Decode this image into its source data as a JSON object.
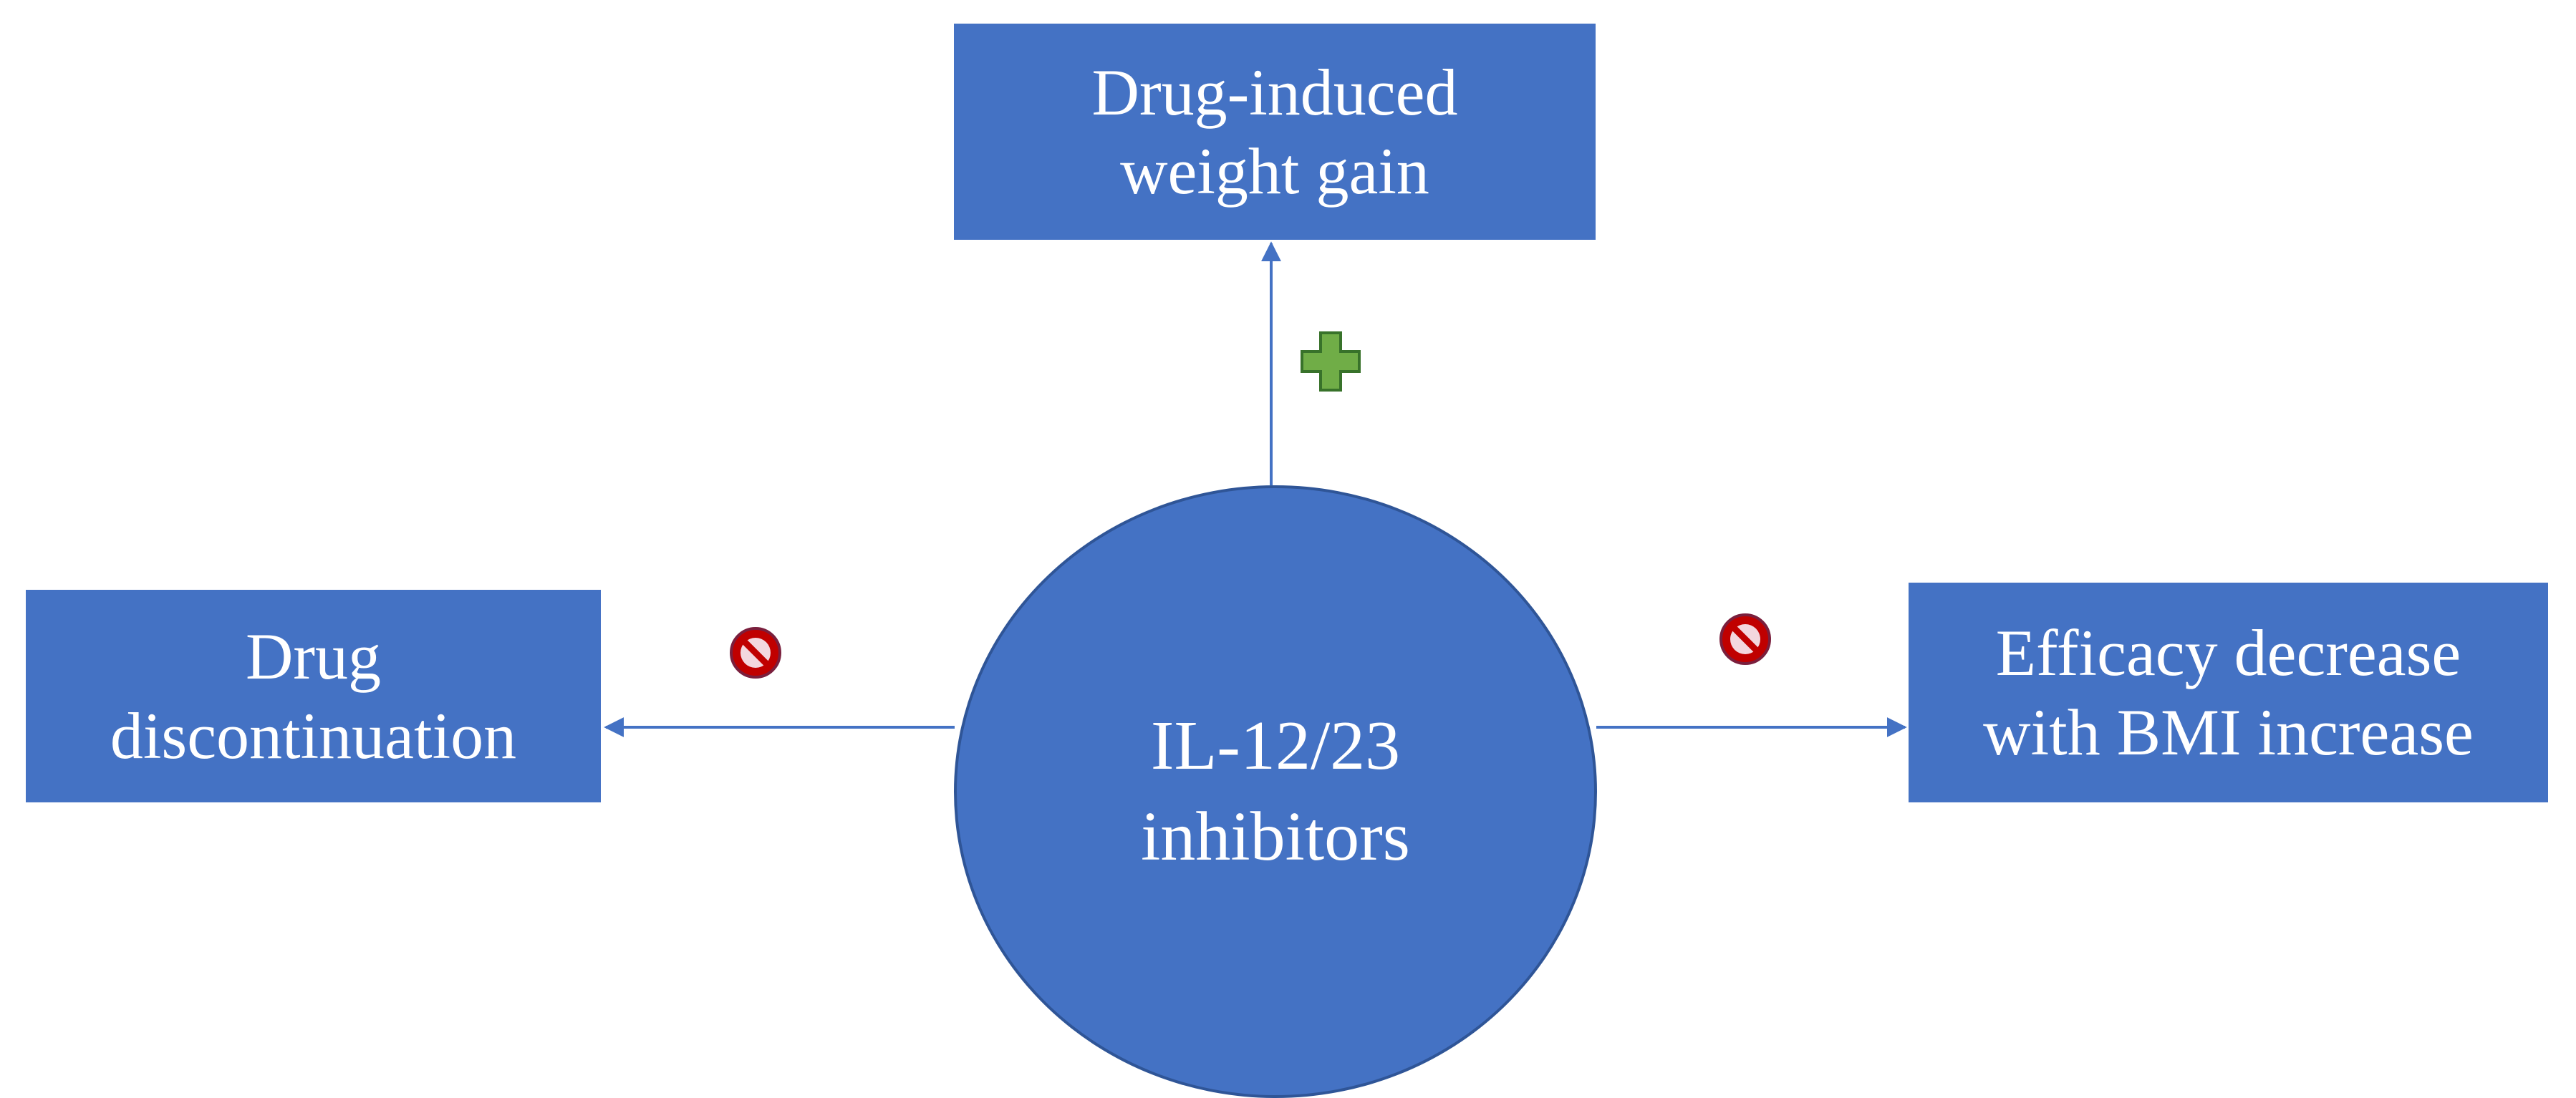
{
  "center": {
    "line1": "IL-12/23",
    "line2": "inhibitors"
  },
  "outcomes": {
    "top": {
      "line1": "Drug-induced",
      "line2": "weight gain",
      "effect": "plus-icon"
    },
    "left": {
      "line1": "Drug",
      "line2": "discontinuation",
      "effect": "prohibited-icon"
    },
    "right": {
      "line1": "Efficacy decrease",
      "line2": "with BMI increase",
      "effect": "prohibited-icon"
    }
  },
  "colors": {
    "node_fill": "#4472c4",
    "node_text": "#ffffff",
    "connector": "#4472c4",
    "plus_fill": "#70ad47",
    "prohibited_fill": "#c00000"
  }
}
